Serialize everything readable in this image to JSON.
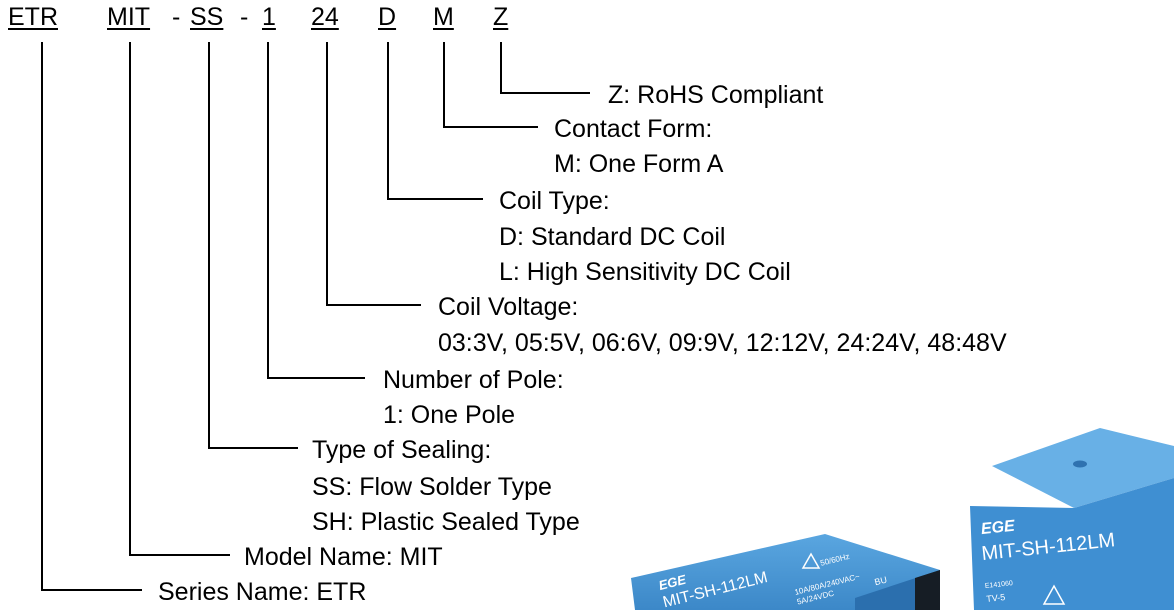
{
  "code": {
    "segments": [
      "ETR",
      "MIT",
      "SS",
      "1",
      "24",
      "D",
      "M",
      "Z"
    ],
    "separator": "-"
  },
  "fields": [
    {
      "label": "Z: RoHS Compliant",
      "options": []
    },
    {
      "label": "Contact Form:",
      "options": [
        "M: One Form A"
      ]
    },
    {
      "label": "Coil Type:",
      "options": [
        "D: Standard DC Coil",
        "L: High Sensitivity DC Coil"
      ]
    },
    {
      "label": "Coil Voltage:",
      "options": [
        "03:3V, 05:5V, 06:6V, 09:9V, 12:12V, 24:24V, 48:48V"
      ]
    },
    {
      "label": "Number of Pole:",
      "options": [
        "1: One Pole"
      ]
    },
    {
      "label": "Type of Sealing:",
      "options": [
        "SS: Flow Solder Type",
        "SH: Plastic Sealed Type"
      ]
    },
    {
      "label": "Model Name: MIT",
      "options": []
    },
    {
      "label": "Series Name: ETR",
      "options": []
    }
  ],
  "photo": {
    "relay_color": "#3f8fd2",
    "left_relay": {
      "brand": "EGE",
      "model": "MIT-SH-112LM",
      "ratings": [
        "50/60Hz",
        "10A/80A/240VAC~",
        "5A/24VDC"
      ],
      "code": "BU"
    },
    "right_relay": {
      "brand": "EGE",
      "model": "MIT-SH-112LM",
      "cert": "E141060",
      "rating": "TV-5"
    }
  }
}
